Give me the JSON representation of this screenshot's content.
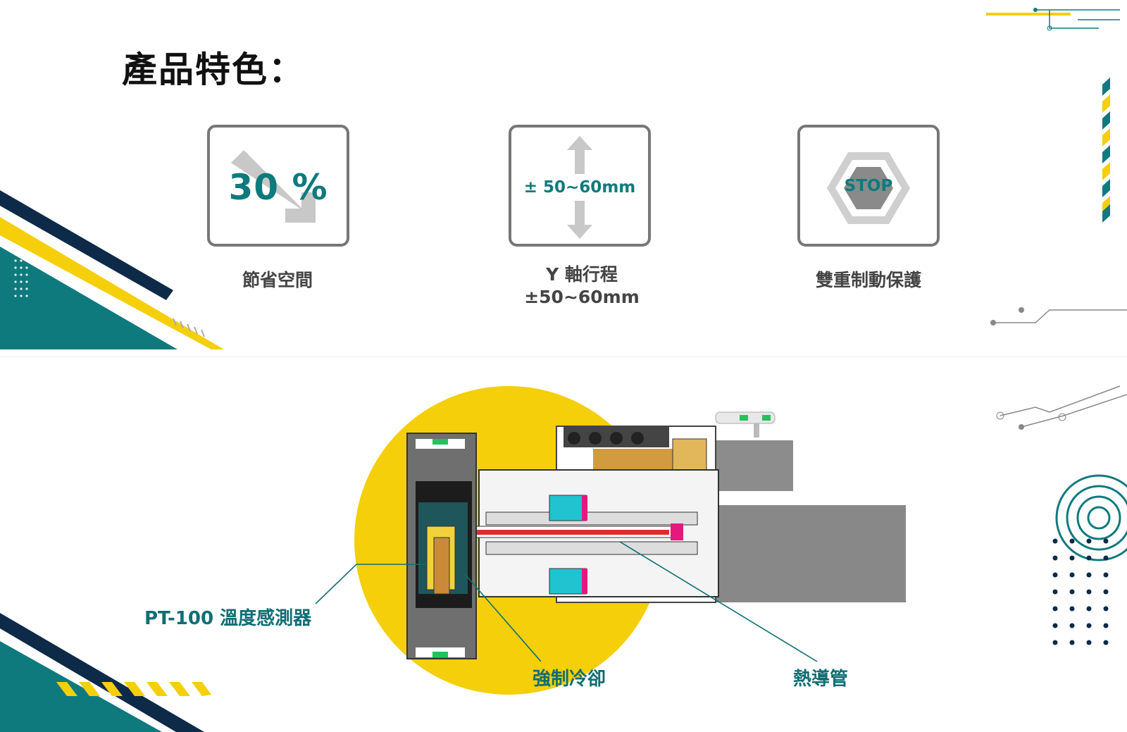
{
  "page_title": "產品特色：",
  "features": [
    {
      "icon_text": "30 %",
      "label": "節省空間",
      "icon": "space-saving-down-arrow-icon"
    },
    {
      "icon_text": "± 50~60mm",
      "label_line1": "Y 軸行程",
      "label_line2": "±50~60mm",
      "icon": "vertical-travel-arrow-icon"
    },
    {
      "icon_text": "STOP",
      "label": "雙重制動保護",
      "icon": "stop-sign-icon"
    }
  ],
  "callouts": {
    "sensor": "PT-100 溫度感測器",
    "cooling": "強制冷卻",
    "heat_pipe": "熱導管"
  },
  "colors": {
    "teal": "#0f7a7d",
    "navy": "#0d2a48",
    "yellow": "#f4cf0a",
    "gray": "#7a7a7a",
    "red": "#e02b2b",
    "magenta": "#e5197d",
    "cyan": "#22c3d0"
  }
}
